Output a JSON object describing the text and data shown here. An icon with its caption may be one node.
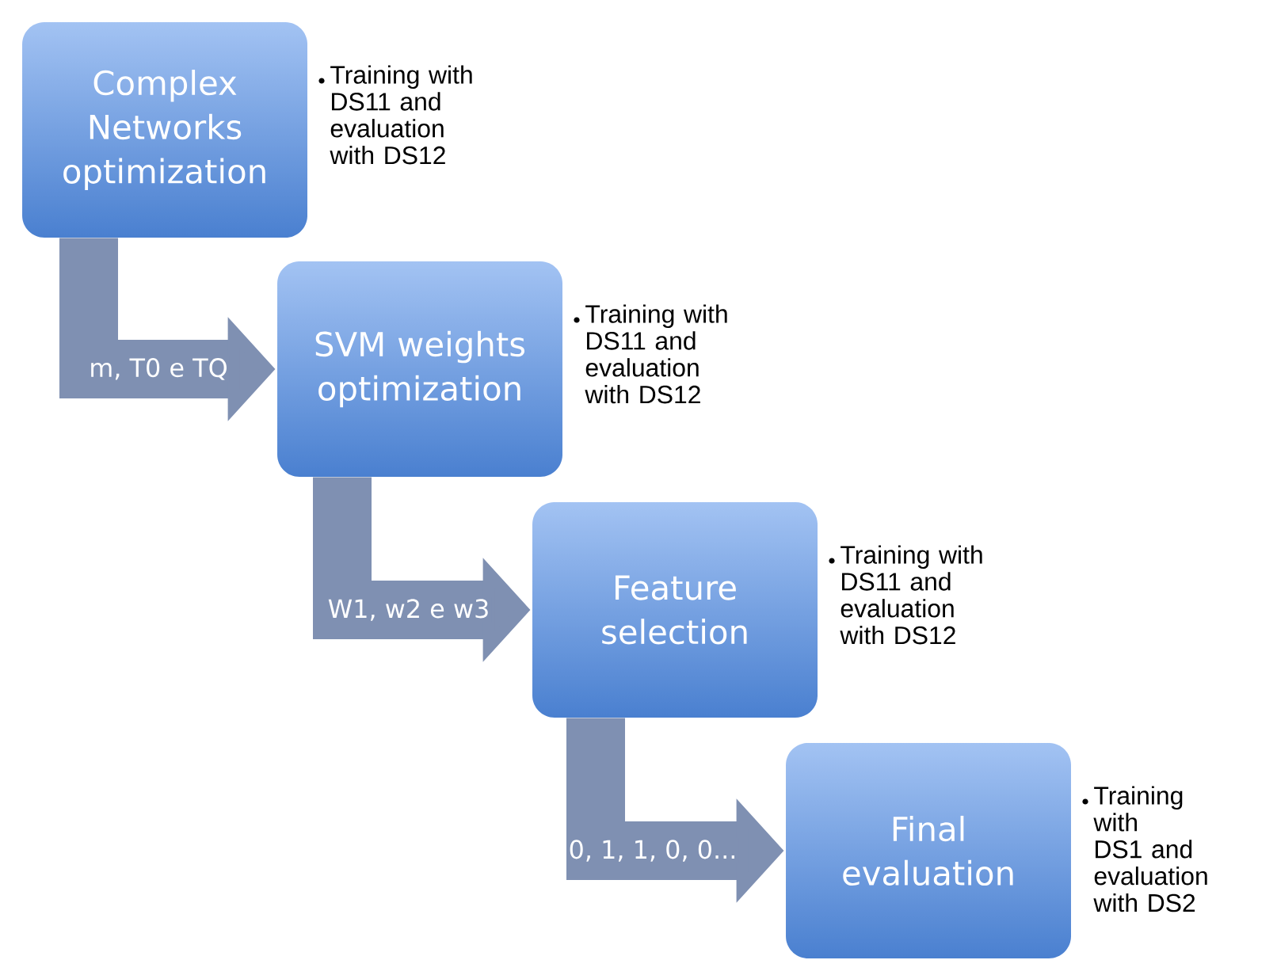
{
  "diagram": {
    "nodes": [
      {
        "text": [
          "Complex Networks optimization"
        ],
        "beside": [
          "Training with DS11 and evaluation with DS12"
        ]
      },
      {
        "text": [
          "SVM weights optimization"
        ],
        "beside": [
          "Training with DS11 and evaluation with DS12"
        ]
      },
      {
        "text": [
          "Feature selection"
        ],
        "beside": [
          "Training with DS11 and evaluation with DS12"
        ]
      },
      {
        "text": [
          "Final evaluation"
        ],
        "beside": [
          "Training with DS1 and evaluation with DS2"
        ]
      }
    ],
    "edges": [
      {
        "from": 0,
        "to": 1,
        "arrow": "to",
        "label": "m, T0 e TQ"
      },
      {
        "from": 1,
        "to": 2,
        "arrow": "to",
        "label": "W1, w2 e w3"
      },
      {
        "from": 2,
        "to": 3,
        "arrow": "to",
        "label": "0, 1, 1, 0, 0..."
      }
    ]
  }
}
